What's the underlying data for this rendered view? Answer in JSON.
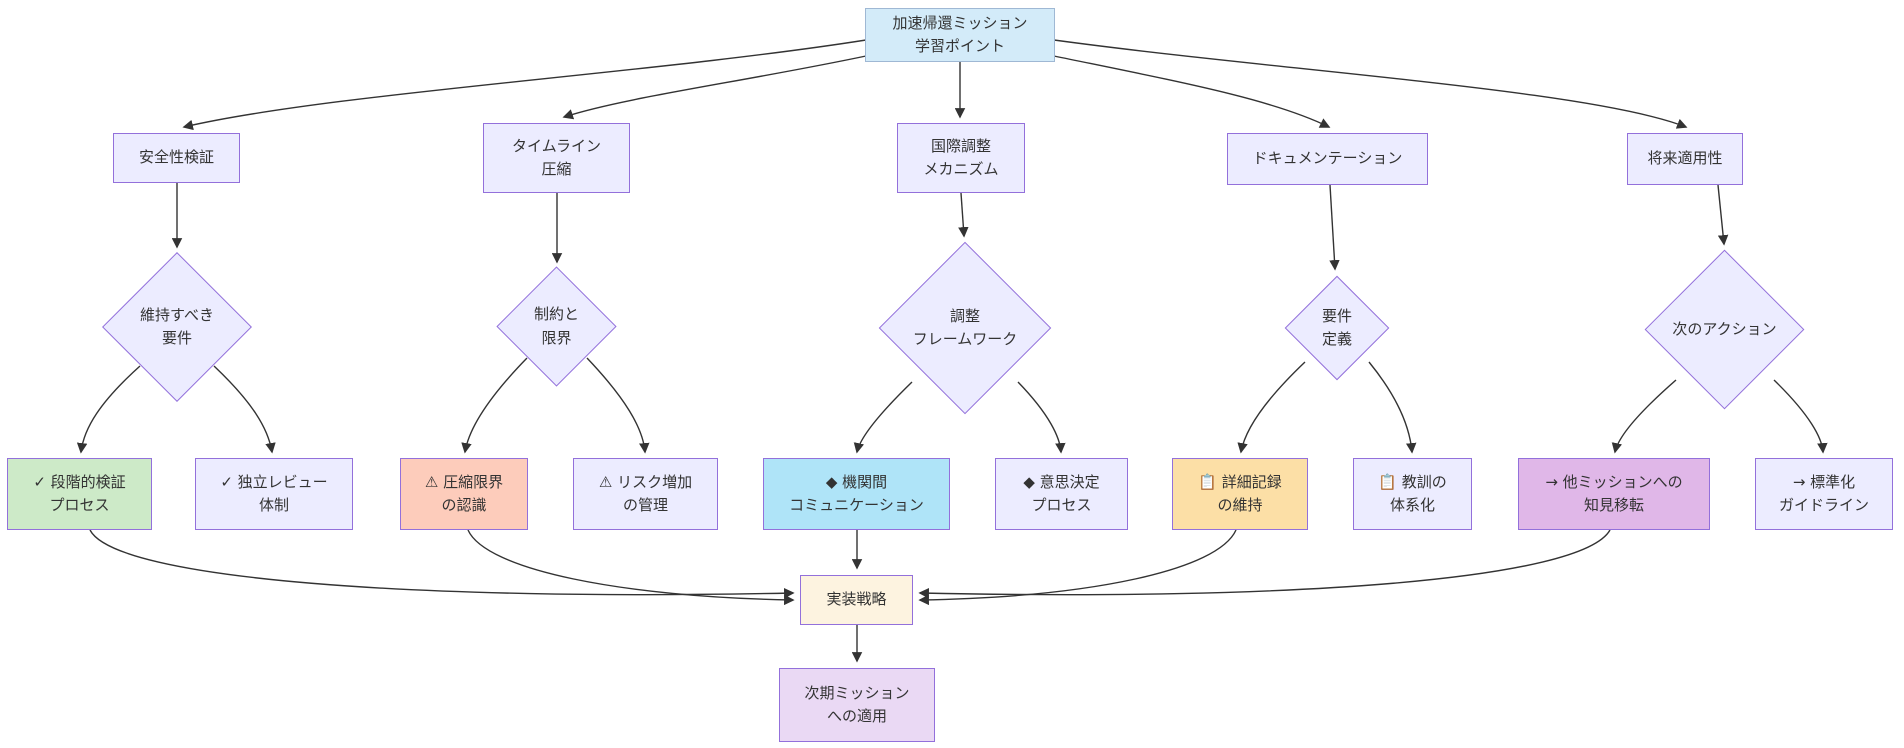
{
  "diagram": {
    "kind": "flowchart",
    "direction": "top-down"
  },
  "colors": {
    "edge": "#333333",
    "text": "#333333",
    "root_fill": "#d3ebf9",
    "root_stroke": "#9fb8d4",
    "lavender_fill": "#ececff",
    "lavender_stroke": "#9370db",
    "green_fill": "#cdeac8",
    "salmon_fill": "#fdccbb",
    "blue_fill": "#afe4f8",
    "orange_fill": "#fcdfa6",
    "purple_fill": "#e0b7e8",
    "cream_fill": "#fdf3e0",
    "lightpurple_fill": "#ead9f4"
  },
  "nodes": {
    "root": {
      "label": "加速帰還ミッション\n学習ポイント"
    },
    "safety": {
      "label": "安全性検証"
    },
    "timeline": {
      "label": "タイムライン\n圧縮"
    },
    "intl": {
      "label": "国際調整\nメカニズム"
    },
    "doc": {
      "label": "ドキュメンテーション"
    },
    "future": {
      "label": "将来適用性"
    },
    "d_maintain": {
      "label": "維持すべき\n要件"
    },
    "d_constraint": {
      "label": "制約と\n限界"
    },
    "d_framework": {
      "label": "調整\nフレームワーク"
    },
    "d_requirement": {
      "label": "要件\n定義"
    },
    "d_nextaction": {
      "label": "次のアクション"
    },
    "b_phased": {
      "label": "✓ 段階的検証\nプロセス"
    },
    "b_review": {
      "label": "✓ 独立レビュー\n体制"
    },
    "b_limit": {
      "label": "⚠ 圧縮限界\nの認識"
    },
    "b_risk": {
      "label": "⚠ リスク増加\nの管理"
    },
    "b_comm": {
      "label": "◆ 機関間\nコミュニケーション"
    },
    "b_decision": {
      "label": "◆ 意思決定\nプロセス"
    },
    "b_record": {
      "label": "📋 詳細記録\nの維持"
    },
    "b_lesson": {
      "label": "📋 教訓の\n体系化"
    },
    "b_transfer": {
      "label": "→ 他ミッションへの\n知見移転"
    },
    "b_standard": {
      "label": "→ 標準化\nガイドライン"
    },
    "impl": {
      "label": "実装戦略"
    },
    "apply": {
      "label": "次期ミッション\nへの適用"
    }
  },
  "edges": [
    {
      "from": "root",
      "to": "safety"
    },
    {
      "from": "root",
      "to": "timeline"
    },
    {
      "from": "root",
      "to": "intl"
    },
    {
      "from": "root",
      "to": "doc"
    },
    {
      "from": "root",
      "to": "future"
    },
    {
      "from": "safety",
      "to": "d_maintain"
    },
    {
      "from": "timeline",
      "to": "d_constraint"
    },
    {
      "from": "intl",
      "to": "d_framework"
    },
    {
      "from": "doc",
      "to": "d_requirement"
    },
    {
      "from": "future",
      "to": "d_nextaction"
    },
    {
      "from": "d_maintain",
      "to": "b_phased"
    },
    {
      "from": "d_maintain",
      "to": "b_review"
    },
    {
      "from": "d_constraint",
      "to": "b_limit"
    },
    {
      "from": "d_constraint",
      "to": "b_risk"
    },
    {
      "from": "d_framework",
      "to": "b_comm"
    },
    {
      "from": "d_framework",
      "to": "b_decision"
    },
    {
      "from": "d_requirement",
      "to": "b_record"
    },
    {
      "from": "d_requirement",
      "to": "b_lesson"
    },
    {
      "from": "d_nextaction",
      "to": "b_transfer"
    },
    {
      "from": "d_nextaction",
      "to": "b_standard"
    },
    {
      "from": "b_phased",
      "to": "impl"
    },
    {
      "from": "b_limit",
      "to": "impl"
    },
    {
      "from": "b_comm",
      "to": "impl"
    },
    {
      "from": "b_record",
      "to": "impl"
    },
    {
      "from": "b_transfer",
      "to": "impl"
    },
    {
      "from": "impl",
      "to": "apply"
    }
  ]
}
